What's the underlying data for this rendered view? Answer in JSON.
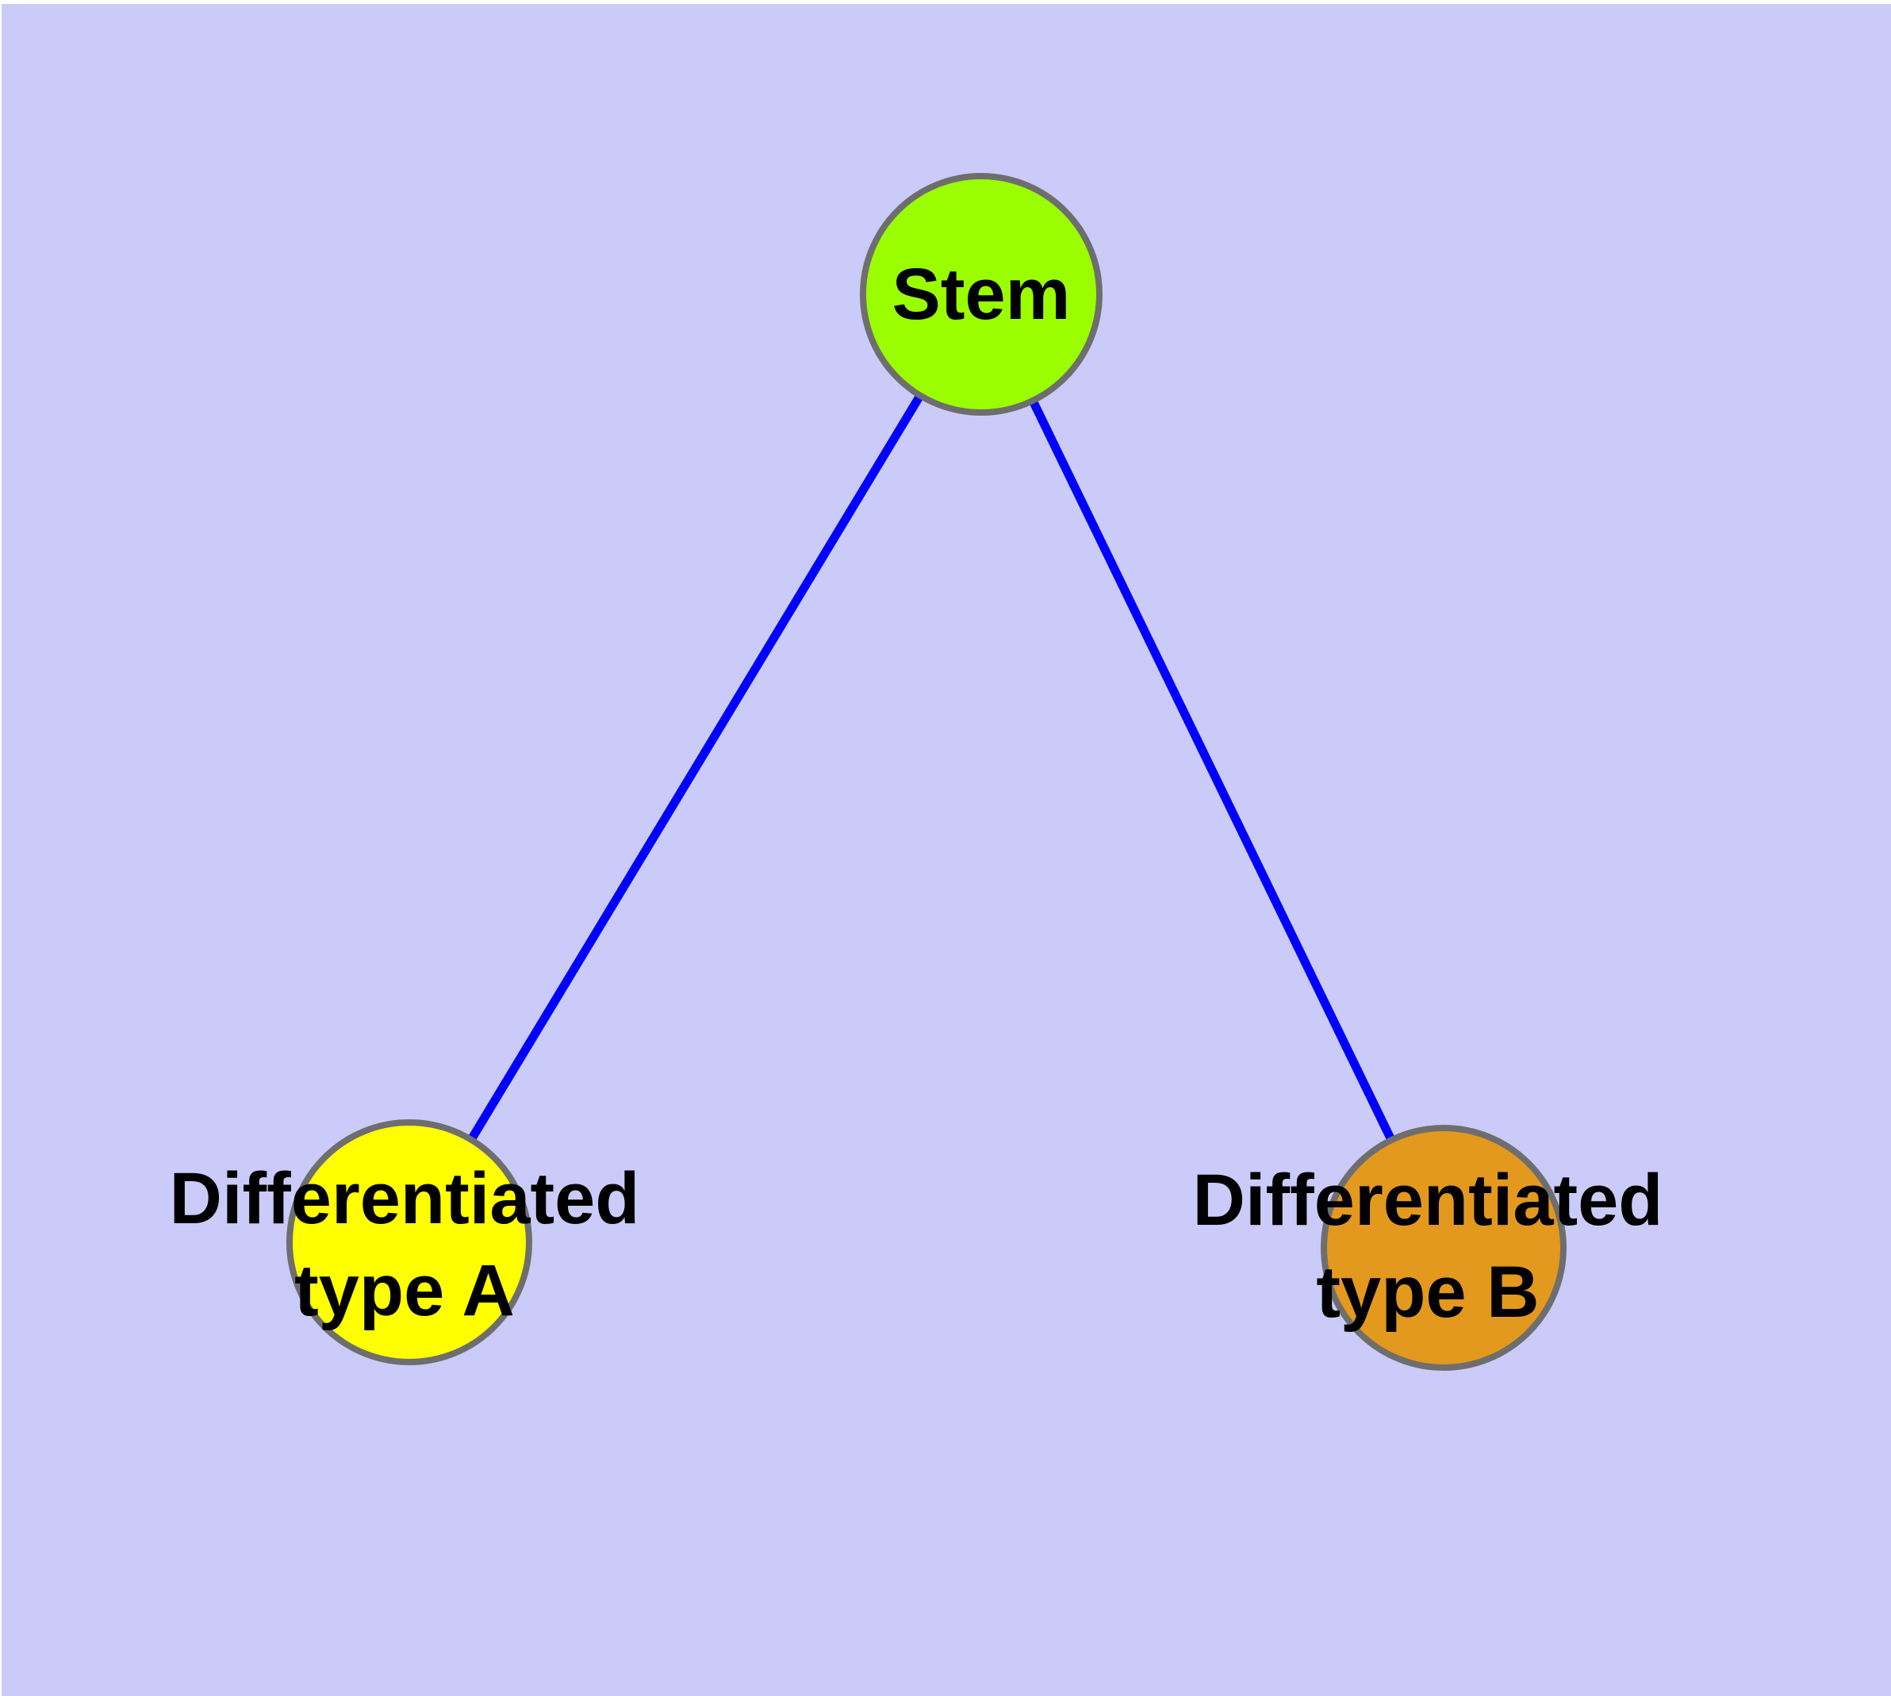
{
  "figure": {
    "margin_color": "#FFFFFF",
    "background_color": "#CBCBFA"
  },
  "graph": {
    "nodes": [
      {
        "id": "stem",
        "label": "Stem",
        "fill": "#9BFE00"
      },
      {
        "id": "differentiated-type-a",
        "label": "Differentiated\ntype A",
        "fill": "#FFFF00"
      },
      {
        "id": "differentiated-type-b",
        "label": "Differentiated\ntype B",
        "fill": "#E3981E"
      }
    ],
    "edges": [
      {
        "from": "stem",
        "to": "differentiated-type-a"
      },
      {
        "from": "stem",
        "to": "differentiated-type-b"
      }
    ],
    "edge_color": "#0000FF",
    "node_border_color": "#6E6E6E",
    "label_color": "#000000"
  }
}
